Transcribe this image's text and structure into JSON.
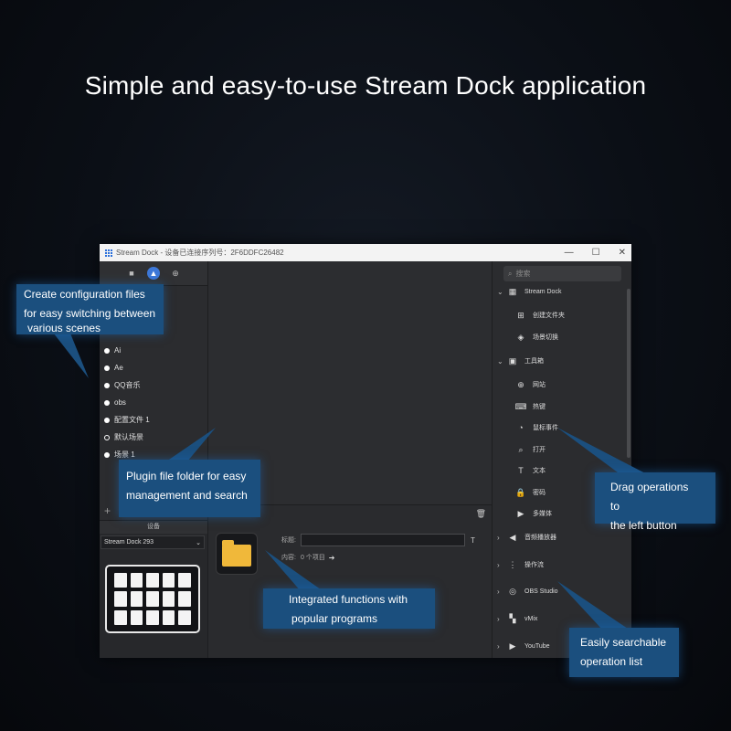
{
  "headline": "Simple and easy-to-use Stream Dock application",
  "window": {
    "title": "Stream Dock - 设备已连接序列号：2F6DDFC26482",
    "controls": [
      "—",
      "☐",
      "✕"
    ]
  },
  "left_panel": {
    "profiles": [
      {
        "label": "Ai",
        "state": "filled"
      },
      {
        "label": "Ae",
        "state": "filled"
      },
      {
        "label": "QQ音乐",
        "state": "filled"
      },
      {
        "label": "obs",
        "state": "filled"
      },
      {
        "label": "配置文件 1",
        "state": "filled"
      },
      {
        "label": "默认场景",
        "state": "selected"
      },
      {
        "label": "场景 1",
        "state": "filled"
      }
    ],
    "add_label": "+",
    "device_header": "设备",
    "device_select": "Stream Dock 293",
    "key_count": 15
  },
  "center_panel": {
    "section_label": "文件夹",
    "title_label": "标题:",
    "title_value": "",
    "contents_label": "内容:",
    "contents_value": "0 个项目"
  },
  "right_panel": {
    "search_placeholder": "搜索",
    "items": [
      {
        "label": "Stream Dock",
        "icon": "streamdock-icon",
        "level": 0,
        "chevron": "⌄"
      },
      {
        "label": "创建文件夹",
        "icon": "folder-plus-icon",
        "level": 1
      },
      {
        "label": "场景切换",
        "icon": "layers-icon",
        "level": 1
      },
      {
        "label": "工具箱",
        "icon": "toolbox-icon",
        "level": 0,
        "chevron": "⌄"
      },
      {
        "label": "网站",
        "icon": "globe-icon",
        "level": 1
      },
      {
        "label": "热键",
        "icon": "keyboard-icon",
        "level": 1
      },
      {
        "label": "鼠标事件",
        "icon": "mouse-icon",
        "level": 1
      },
      {
        "label": "打开",
        "icon": "search-icon",
        "level": 1
      },
      {
        "label": "文本",
        "icon": "text-icon",
        "level": 1
      },
      {
        "label": "密码",
        "icon": "lock-icon",
        "level": 1
      },
      {
        "label": "多媒体",
        "icon": "media-icon",
        "level": 1
      },
      {
        "label": "音频播放器",
        "icon": "audio-icon",
        "level": 0,
        "chevron": "›"
      },
      {
        "label": "操作流",
        "icon": "flow-icon",
        "level": 0,
        "chevron": "›"
      },
      {
        "label": "OBS Studio",
        "icon": "obs-icon",
        "level": 0,
        "chevron": "›"
      },
      {
        "label": "vMix",
        "icon": "vmix-icon",
        "level": 0,
        "chevron": "›"
      },
      {
        "label": "YouTube",
        "icon": "youtube-icon",
        "level": 0,
        "chevron": "›"
      }
    ]
  },
  "callouts": {
    "config": [
      "Create configuration files",
      "for easy switching between",
      "various scenes"
    ],
    "plugin": [
      "Plugin file folder for easy",
      "management and search"
    ],
    "integrated": [
      "Integrated functions with",
      "popular programs"
    ],
    "drag": [
      "Drag operations to",
      "the left button"
    ],
    "searchable": [
      "Easily searchable",
      "operation list"
    ]
  },
  "colors": {
    "accent": "#3d78d8",
    "callout_bg": "#1b4f7e",
    "folder": "#f0b83a"
  }
}
